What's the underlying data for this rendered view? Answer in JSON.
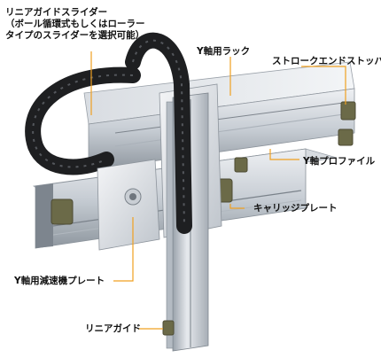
{
  "labels": {
    "linear_guide_slider": "リニアガイドスライダー\n（ボール循環式もしくはローラー\nタイプのスライダーを選択可能）",
    "y_axis_rack": "Y軸用ラック",
    "stroke_end_stopper": "ストロークエンドストッパー",
    "y_axis_profile": "Y軸プロファイル",
    "carriage_plate": "キャリッジプレート",
    "y_axis_reducer_plate": "Y軸用減速機プレート",
    "linear_guide": "リニアガイド"
  },
  "colors": {
    "leader": "#f0a020",
    "aluminum_light": "#dfe3e8",
    "aluminum_mid": "#b9c0c8",
    "aluminum_dark": "#8a929c",
    "chain_black": "#1e1f21",
    "stopper_olive": "#6b6a48"
  }
}
